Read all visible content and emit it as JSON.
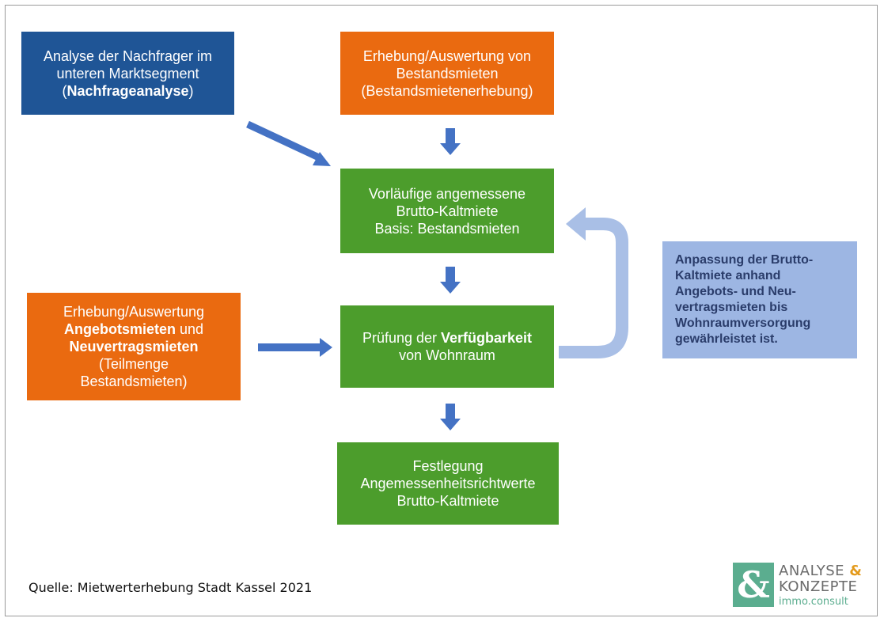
{
  "boxes": {
    "nachfrage": {
      "line1": "Analyse der Nachfrager im",
      "line2": "unteren Marktsegment",
      "line3_pre": "(",
      "line3_bold": "Nachfrageanalyse",
      "line3_post": ")"
    },
    "bestand": {
      "line1": "Erhebung/Auswertung von",
      "line2": "Bestandsmieten",
      "line3": "(Bestandsmietenerhebung)"
    },
    "vorlaeufig": {
      "line1": "Vorläufige angemessene",
      "line2": "Brutto-Kaltmiete",
      "line3": "Basis: Bestandsmieten"
    },
    "angebot": {
      "line1": "Erhebung/Auswertung",
      "line2_bold": "Angebotsmieten",
      "line2_post": " und",
      "line3_bold": "Neuvertragsmieten",
      "line4": "(Teilmenge",
      "line5": "Bestandsmieten)"
    },
    "pruefung": {
      "line1_pre": "Prüfung der ",
      "line1_bold": "Verfügbarkeit",
      "line2": "von Wohnraum"
    },
    "festlegung": {
      "line1": "Festlegung",
      "line2": "Angemessenheitsrichtwerte",
      "line3": "Brutto-Kaltmiete"
    },
    "anpassung": {
      "line1": "Anpassung der Brutto-",
      "line2": "Kaltmiete anhand",
      "line3": "Angebots- und Neu-",
      "line4": "vertragsmieten bis",
      "line5": "Wohnraumversorgung",
      "line6": "gewährleistet ist."
    }
  },
  "source": "Quelle: Mietwerterhebung Stadt Kassel 2021",
  "logo": {
    "line1_text": "ANALYSE ",
    "line1_amp": "&",
    "line2": "KONZEPTE",
    "line3": "immo.consult",
    "mark": "&"
  },
  "colors": {
    "blue": "#1f5596",
    "orange": "#ea6a10",
    "green": "#4c9d2c",
    "light_blue": "#9db6e3",
    "arrow": "#4472c4"
  }
}
